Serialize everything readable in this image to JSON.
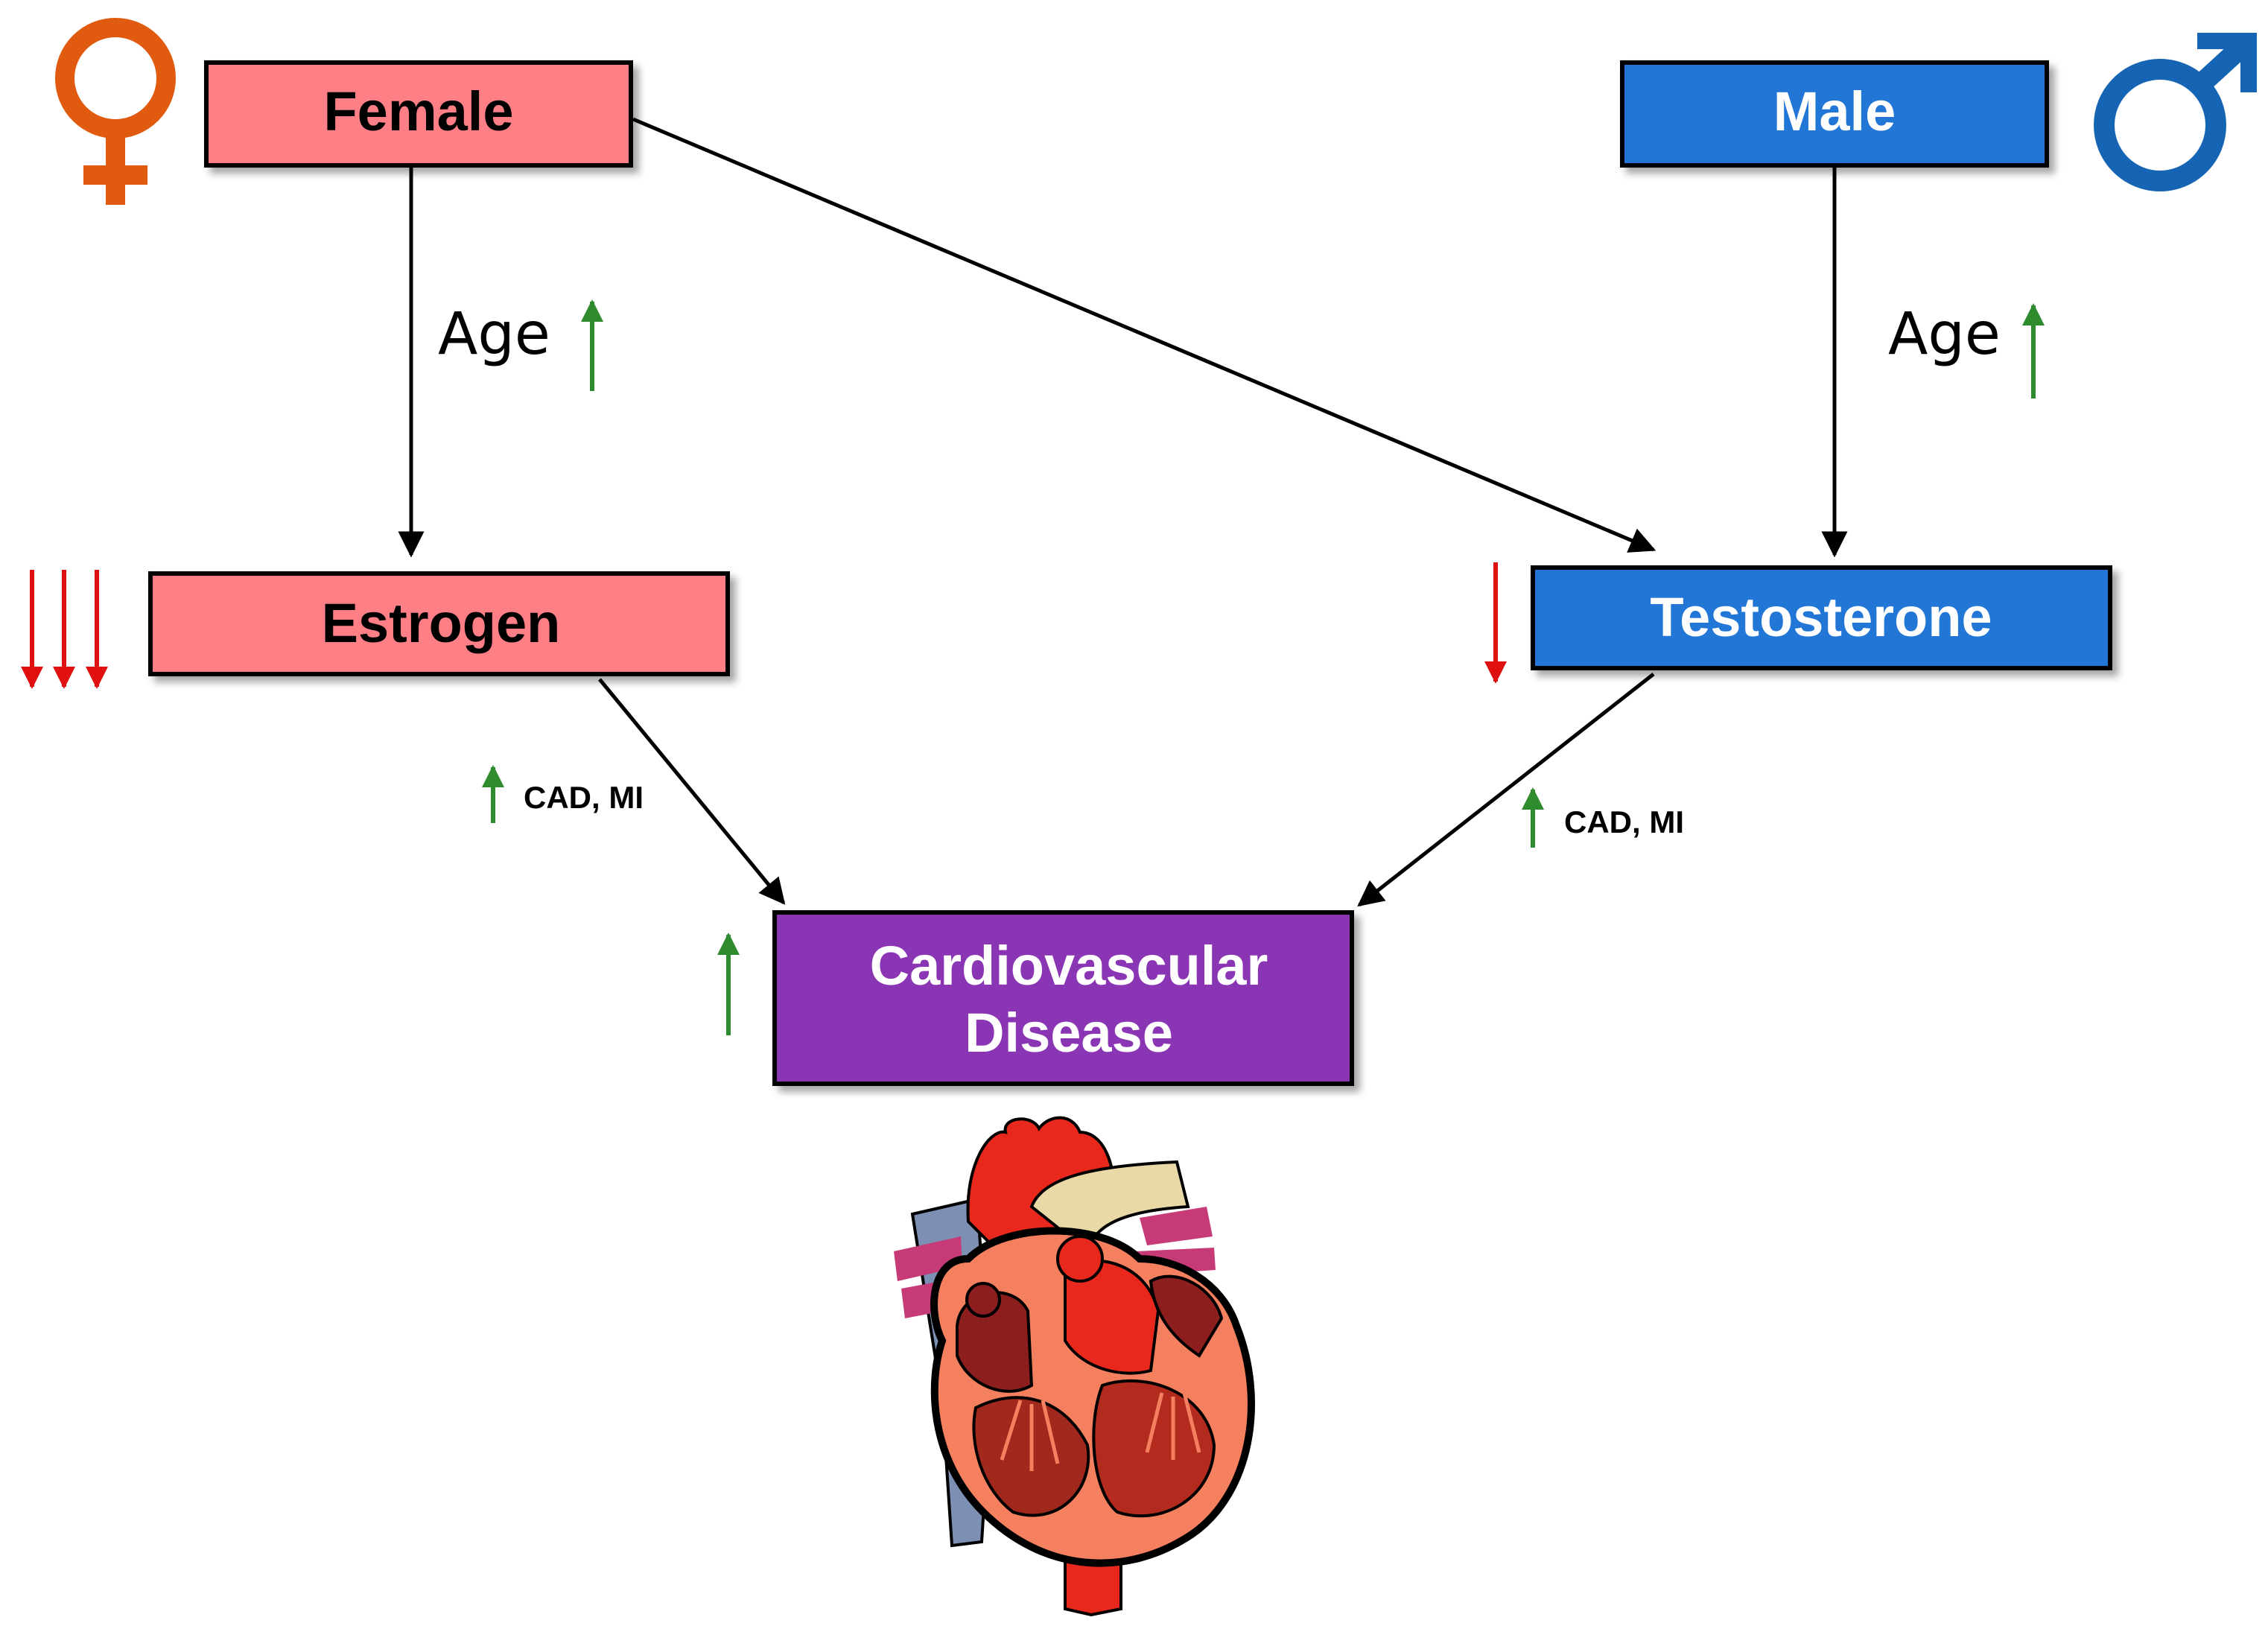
{
  "nodes": {
    "female": {
      "label": "Female",
      "fill": "#ff7f87"
    },
    "male": {
      "label": "Male",
      "fill": "#2277d6"
    },
    "estrogen": {
      "label": "Estrogen",
      "fill": "#ff7f87"
    },
    "testosterone": {
      "label": "Testosterone",
      "fill": "#2277d6"
    },
    "cvd": {
      "label_line1": "Cardiovascular",
      "label_line2": "Disease",
      "fill": "#8a36b4"
    }
  },
  "edge_labels": {
    "female_age": "Age",
    "male_age": "Age",
    "estrogen_effect": "CAD, MI",
    "testosterone_effect": "CAD, MI"
  },
  "colors": {
    "increase_arrow": "#2e8b2e",
    "decrease_arrow": "#e01010",
    "female_symbol": "#e05a10",
    "male_symbol": "#1565b4",
    "edge": "#000000"
  },
  "icons": {
    "female_symbol": "female-symbol-icon",
    "male_symbol": "male-symbol-icon",
    "heart": "heart-icon"
  }
}
